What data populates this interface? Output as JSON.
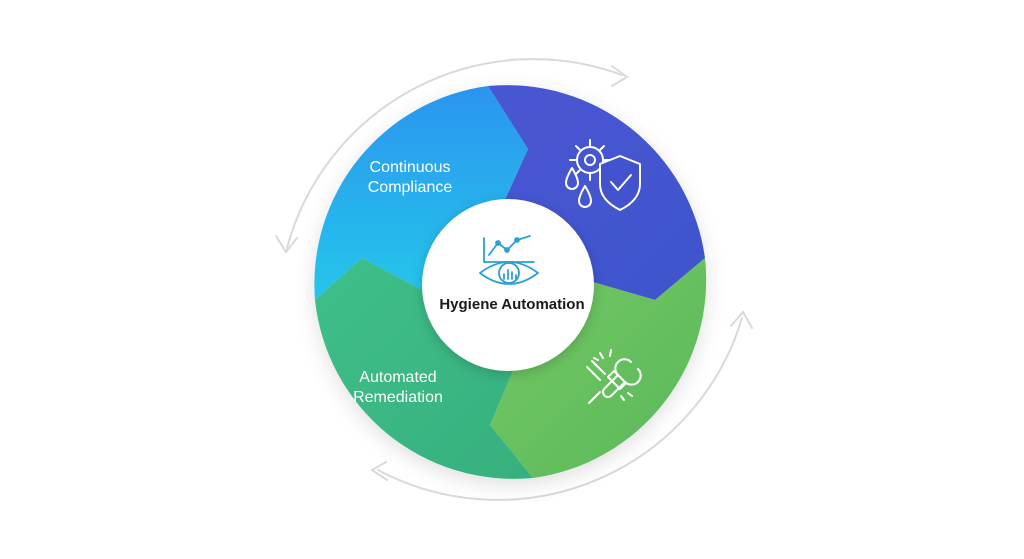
{
  "diagram": {
    "center": {
      "title": "Hygiene Automation",
      "icon": "eye-chart-icon"
    },
    "segments": [
      {
        "id": "continuous-compliance",
        "label_lines": [
          "Continuous",
          "Compliance"
        ],
        "color_top": "#2e9bf0",
        "color_bottom": "#22c3e8"
      },
      {
        "id": "security-maintenance",
        "icon": "gear-shield-drops-icon",
        "color_top": "#4a5fd6",
        "color_bottom": "#3e4fc9"
      },
      {
        "id": "tools-repair",
        "icon": "wrench-screwdriver-icon",
        "color_top": "#6fc462",
        "color_bottom": "#5cb85a"
      },
      {
        "id": "automated-remediation",
        "label_lines": [
          "Automated",
          "Remediation"
        ],
        "color_top": "#3dbb8a",
        "color_bottom": "#38b27c"
      }
    ],
    "colors": {
      "orbit_arrow": "#d6d6d6",
      "icon_stroke_light": "#ffffff",
      "icon_stroke_dark": "#2a9fd8",
      "center_fill": "#ffffff"
    }
  }
}
